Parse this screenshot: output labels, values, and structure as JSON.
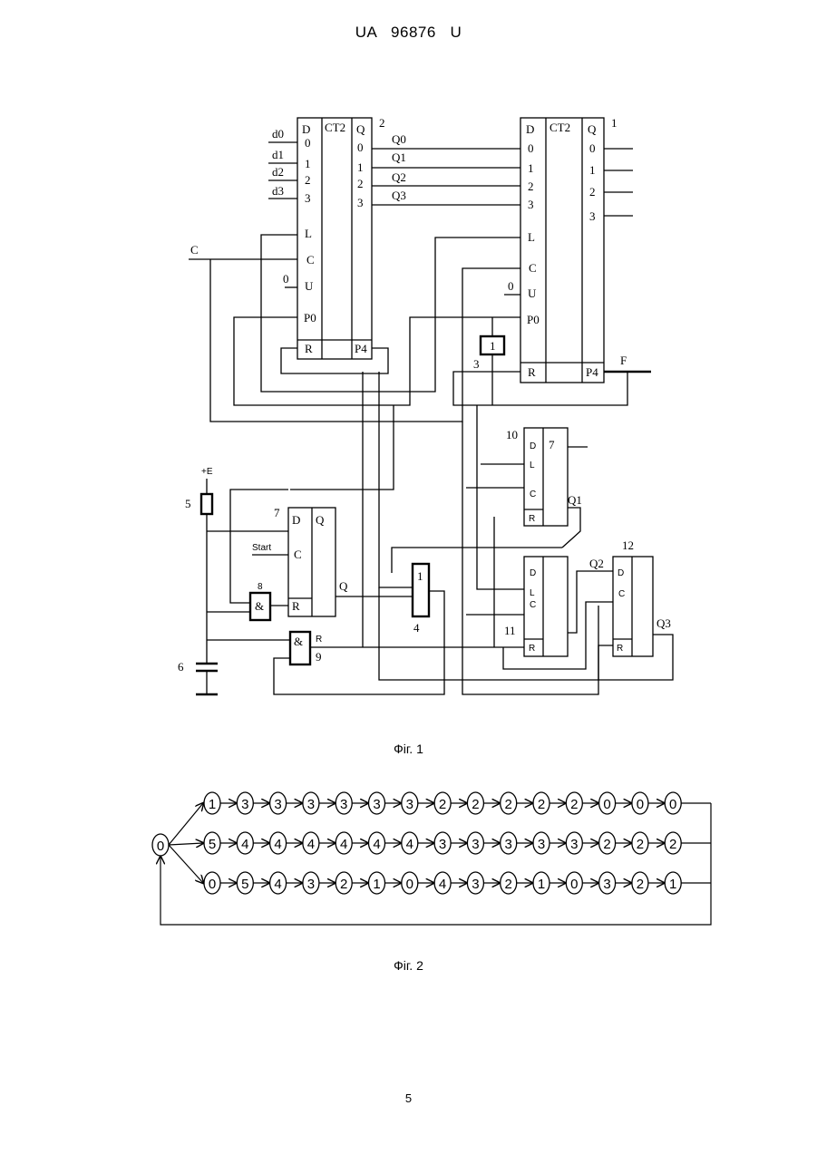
{
  "header": "UA   96876   U",
  "fig1_caption": "Фіг. 1",
  "fig2_caption": "Фіг. 2",
  "page_number": "5",
  "fig1": {
    "counter2": {
      "number": "2",
      "title": "CT2",
      "d_pins": [
        "0",
        "1",
        "2",
        "3"
      ],
      "q_pins": [
        "0",
        "1",
        "2",
        "3"
      ],
      "ctrl": [
        "L",
        "C",
        "U",
        "P0",
        "R",
        "P4"
      ],
      "head_d": "D",
      "head_q": "Q"
    },
    "counter1": {
      "number": "1",
      "title": "CT2",
      "d_pins": [
        "0",
        "1",
        "2",
        "3"
      ],
      "q_pins": [
        "0",
        "1",
        "2",
        "3"
      ],
      "ctrl": [
        "L",
        "C",
        "U",
        "P0",
        "R",
        "P4"
      ],
      "head_d": "D",
      "head_q": "Q"
    },
    "inputs": [
      "d0",
      "d1",
      "d2",
      "d3"
    ],
    "q_lines": [
      "Q0",
      "Q1",
      "Q2",
      "Q3"
    ],
    "signals": {
      "clock": "C",
      "zero_a": "0",
      "zero_b": "0",
      "out_f": "F",
      "q": "Q",
      "rbar": "R",
      "q1": "Q1",
      "q2": "Q2",
      "q3": "Q3",
      "supply": "+E",
      "start": "Start"
    },
    "labels": {
      "or3": "1",
      "n3": "3",
      "n4": "4",
      "n5": "5",
      "n6": "6",
      "n7": "7",
      "n8": "8",
      "n9": "9",
      "n10": "10",
      "n11": "11",
      "n12": "12",
      "or4": "1",
      "and": "&"
    }
  },
  "fig2": {
    "start": "0",
    "rows": [
      [
        "1",
        "3",
        "3",
        "3",
        "3",
        "3",
        "3",
        "2",
        "2",
        "2",
        "2",
        "2",
        "0",
        "0",
        "0"
      ],
      [
        "5",
        "4",
        "4",
        "4",
        "4",
        "4",
        "4",
        "3",
        "3",
        "3",
        "3",
        "3",
        "2",
        "2",
        "2"
      ],
      [
        "0",
        "5",
        "4",
        "3",
        "2",
        "1",
        "0",
        "4",
        "3",
        "2",
        "1",
        "0",
        "3",
        "2",
        "1"
      ]
    ]
  }
}
